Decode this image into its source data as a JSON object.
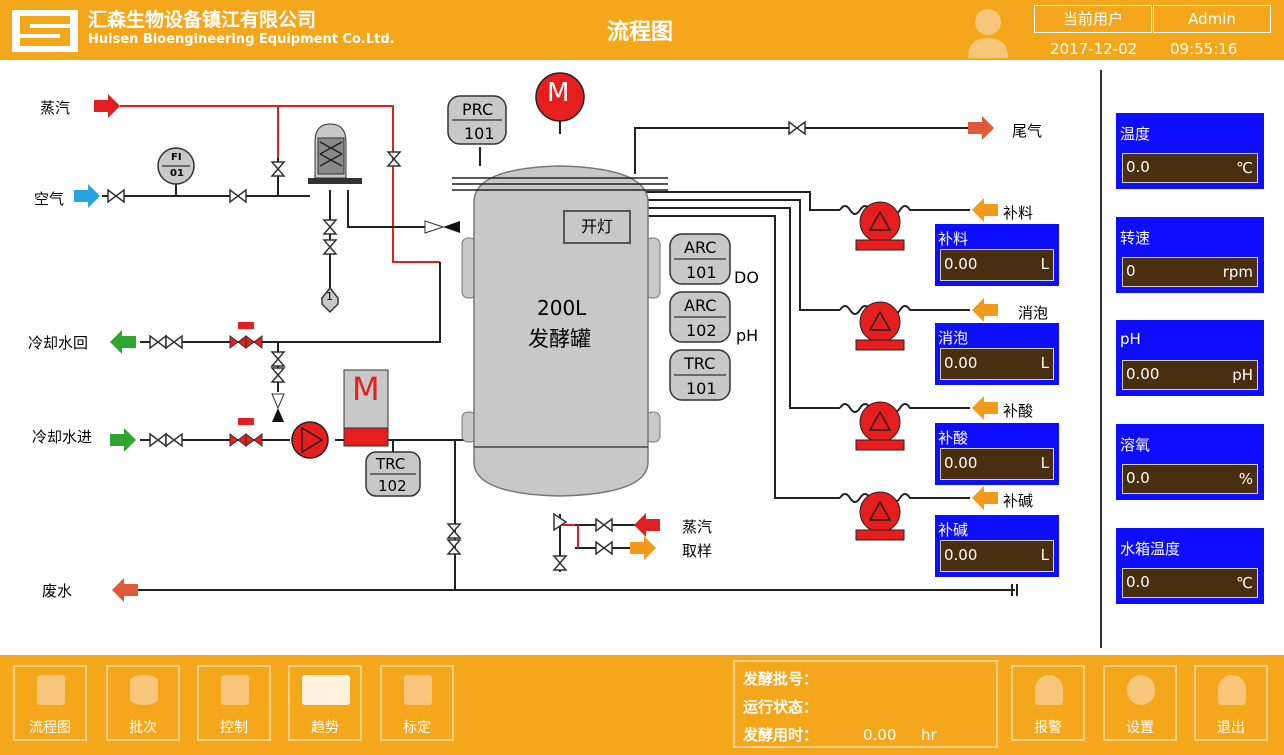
{
  "header": {
    "company_cn": "汇森生物设备镇江有限公司",
    "company_en": "Huisen Bioengineering Equipment Co.Ltd.",
    "title": "流程图",
    "user_label": "当前用户",
    "user_name": "Admin",
    "date": "2017-12-02",
    "time": "09:55:16"
  },
  "tank": {
    "size": "200L",
    "name": "发酵罐",
    "light_button": "开灯"
  },
  "inlets": {
    "steam": "蒸汽",
    "air": "空气",
    "cooling_return": "冷却水回",
    "cooling_in": "冷却水进",
    "waste": "废水",
    "exhaust": "尾气",
    "bottom_steam": "蒸汽",
    "sampling": "取样"
  },
  "instruments": {
    "prc_tag": "PRC",
    "prc_num": "101",
    "fi_tag": "FI",
    "fi_num": "01",
    "arc1_tag": "ARC",
    "arc1_num": "101",
    "arc1_suffix": "DO",
    "arc2_tag": "ARC",
    "arc2_num": "102",
    "arc2_suffix": "pH",
    "trc1_tag": "TRC",
    "trc1_num": "101",
    "trc2_tag": "TRC",
    "trc2_num": "102",
    "filter_num": "1",
    "motor_letter": "M",
    "heater_letter": "M"
  },
  "pumps": [
    {
      "line_label": "补料",
      "panel_title": "补料",
      "value": "0.00",
      "unit": "L"
    },
    {
      "line_label": "消泡",
      "panel_title": "消泡",
      "value": "0.00",
      "unit": "L"
    },
    {
      "line_label": "补酸",
      "panel_title": "补酸",
      "value": "0.00",
      "unit": "L"
    },
    {
      "line_label": "补碱",
      "panel_title": "补碱",
      "value": "0.00",
      "unit": "L"
    }
  ],
  "readings": [
    {
      "title": "温度",
      "value": "0.0",
      "unit": "℃"
    },
    {
      "title": "转速",
      "value": "0",
      "unit": "rpm"
    },
    {
      "title": "pH",
      "value": "0.00",
      "unit": "pH"
    },
    {
      "title": "溶氧",
      "value": "0.0",
      "unit": "%"
    },
    {
      "title": "水箱温度",
      "value": "0.0",
      "unit": "℃"
    }
  ],
  "nav": [
    {
      "label": "流程图"
    },
    {
      "label": "批次"
    },
    {
      "label": "控制"
    },
    {
      "label": "趋势"
    },
    {
      "label": "标定"
    }
  ],
  "batch_info": {
    "batch_label": "发酵批号：",
    "status_label": "运行状态：",
    "time_label": "发酵用时：",
    "time_value": "0.00",
    "time_unit": "hr"
  },
  "actions": [
    {
      "label": "报警"
    },
    {
      "label": "设置"
    },
    {
      "label": "退出"
    }
  ],
  "colors": {
    "accent": "#f5a71c",
    "panel_blue": "#0d0dff",
    "value_bg": "#4a2e10",
    "pump_red": "#e61e1e",
    "steam_red": "#e02020",
    "air_blue": "#29a3e0",
    "water_green": "#2fa52f",
    "orange_arrow": "#f29b1a"
  }
}
